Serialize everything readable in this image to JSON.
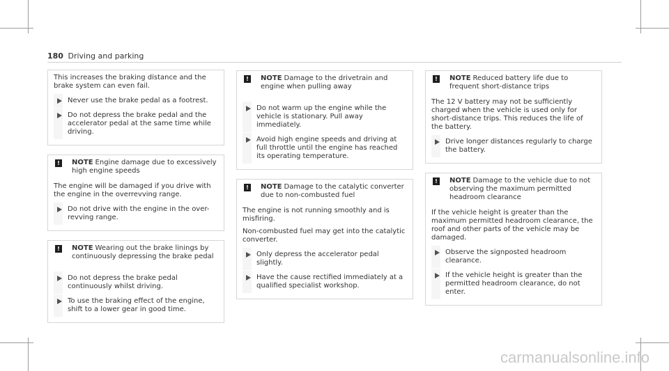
{
  "header": {
    "page_number": "180",
    "section": "Driving and parking"
  },
  "col1": {
    "intro": "This increases the braking distance and the brake system can even fail.",
    "bullets1": [
      "Never use the brake pedal as a footrest.",
      "Do not depress the brake pedal and the accelerator pedal at the same time while driving."
    ],
    "note1_label": "NOTE",
    "note1_text": "Engine damage due to excessively high engine speeds",
    "note1_body": "The engine will be damaged if you drive with the engine in the overrevving range.",
    "note1_bullets": [
      "Do not drive with the engine in the over-revving range."
    ],
    "note2_label": "NOTE",
    "note2_text": "Wearing out the brake linings by continuously depressing the brake pedal",
    "note2_bullets": [
      "Do not depress the brake pedal continuously whilst driving.",
      "To use the braking effect of the engine, shift to a lower gear in good time."
    ]
  },
  "col2": {
    "note1_label": "NOTE",
    "note1_text": "Damage to the drivetrain and engine when pulling away",
    "note1_bullets": [
      "Do not warm up the engine while the vehicle is stationary. Pull away immediately.",
      "Avoid high engine speeds and driving at full throttle until the engine has reached its operating temperature."
    ],
    "note2_label": "NOTE",
    "note2_text": "Damage to the catalytic converter due to non-combusted fuel",
    "note2_p1": "The engine is not running smoothly and is misfiring.",
    "note2_p2": "Non-combusted fuel may get into the catalytic converter.",
    "note2_bullets": [
      "Only depress the accelerator pedal slightly.",
      "Have the cause rectified immediately at a qualified specialist workshop."
    ]
  },
  "col3": {
    "note1_label": "NOTE",
    "note1_text": "Reduced battery life due to frequent short-distance trips",
    "note1_body": "The 12 V battery may not be sufficiently charged when the vehicle is used only for short-distance trips. This reduces the life of the battery.",
    "note1_bullets": [
      "Drive longer distances regularly to charge the battery."
    ],
    "note2_label": "NOTE",
    "note2_text": "Damage to the vehicle due to not observing the maximum permitted headroom clearance",
    "note2_body": "If the vehicle height is greater than the maximum permitted headroom clearance, the roof and other parts of the vehicle may be damaged.",
    "note2_bullets": [
      "Observe the signposted headroom clearance.",
      "If the vehicle height is greater than the permitted headroom clearance, do not enter."
    ]
  },
  "watermark": "carmanualsonline.info"
}
